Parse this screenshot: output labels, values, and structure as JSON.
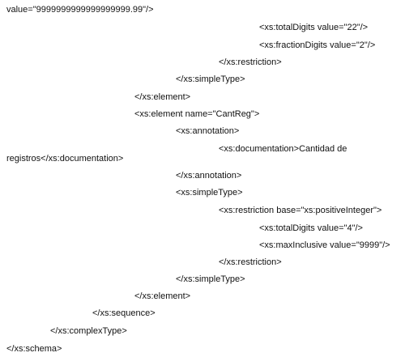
{
  "document": {
    "lines": [
      "value=\"9999999999999999999.99\"/>",
      "<xs:totalDigits value=\"22\"/>",
      "<xs:fractionDigits value=\"2\"/>",
      "</xs:restriction>",
      "</xs:simpleType>",
      "</xs:element>",
      "<xs:element name=\"CantReg\">",
      "<xs:annotation>",
      "<xs:documentation>Cantidad de",
      "registros</xs:documentation>",
      "</xs:annotation>",
      "<xs:simpleType>",
      "<xs:restriction base=\"xs:positiveInteger\">",
      "<xs:totalDigits value=\"4\"/>",
      "<xs:maxInclusive value=\"9999\"/>",
      "</xs:restriction>",
      "</xs:simpleType>",
      "</xs:element>",
      "</xs:sequence>",
      "</xs:complexType>",
      "</xs:schema>"
    ]
  }
}
